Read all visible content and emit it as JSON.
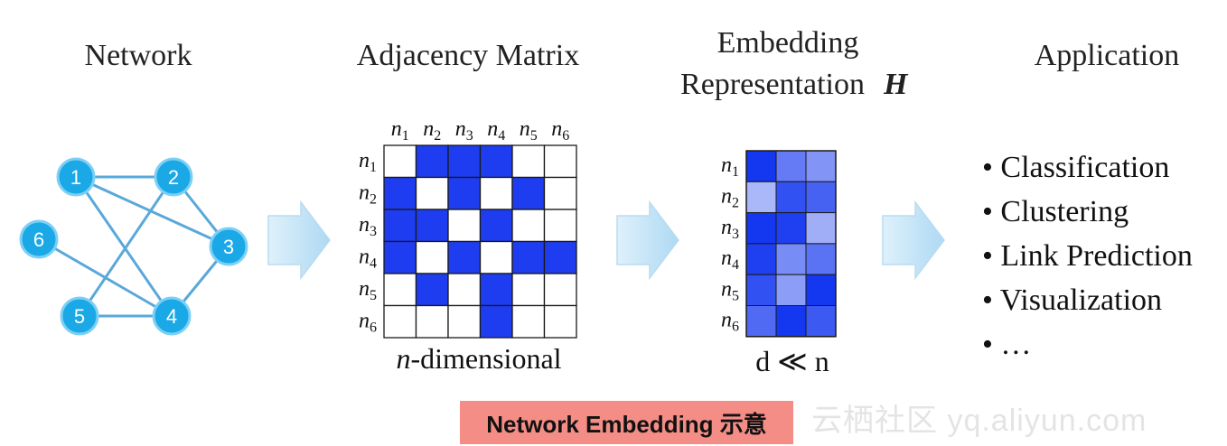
{
  "headings": {
    "network": "Network",
    "matrix": "Adjacency Matrix",
    "embedding_line1": "Embedding",
    "embedding_line2": "Representation",
    "embedding_symbol": "H",
    "application": "Application"
  },
  "graph": {
    "nodes": [
      "1",
      "2",
      "3",
      "4",
      "5",
      "6"
    ],
    "edges": [
      [
        "1",
        "2"
      ],
      [
        "1",
        "3"
      ],
      [
        "1",
        "4"
      ],
      [
        "2",
        "3"
      ],
      [
        "2",
        "5"
      ],
      [
        "3",
        "4"
      ],
      [
        "4",
        "5"
      ],
      [
        "4",
        "6"
      ]
    ],
    "colors": {
      "fill": "#1ba8e6",
      "stroke": "#7dd0f5",
      "edge": "#5aa8da"
    }
  },
  "matrix": {
    "labels": [
      "n1",
      "n2",
      "n3",
      "n4",
      "n5",
      "n6"
    ],
    "cells": [
      [
        0,
        1,
        1,
        1,
        0,
        0
      ],
      [
        1,
        0,
        1,
        0,
        1,
        0
      ],
      [
        1,
        1,
        0,
        1,
        0,
        0
      ],
      [
        1,
        0,
        1,
        0,
        1,
        1
      ],
      [
        0,
        1,
        0,
        1,
        0,
        0
      ],
      [
        0,
        0,
        0,
        1,
        0,
        0
      ]
    ],
    "caption_italic": "n",
    "caption_rest": "-dimensional",
    "filled_color": "#1f3df0"
  },
  "embedding": {
    "labels": [
      "n1",
      "n2",
      "n3",
      "n4",
      "n5",
      "n6"
    ],
    "intensities": [
      [
        1.0,
        0.6,
        0.45
      ],
      [
        0.25,
        0.85,
        0.75
      ],
      [
        1.0,
        0.95,
        0.3
      ],
      [
        0.95,
        0.5,
        0.65
      ],
      [
        0.85,
        0.4,
        1.0
      ],
      [
        0.7,
        1.0,
        0.8
      ]
    ],
    "caption": "d ≪ n"
  },
  "applications": [
    "Classification",
    "Clustering",
    "Link Prediction",
    "Visualization",
    "…"
  ],
  "caption": "Network Embedding 示意",
  "watermark": "云栖社区 yq.aliyun.com"
}
